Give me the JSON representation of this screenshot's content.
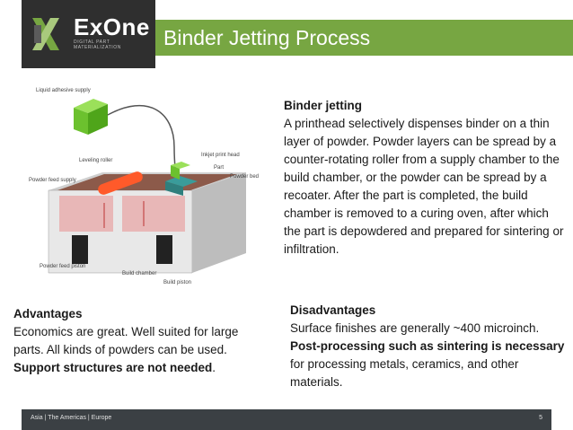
{
  "header": {
    "title": "Binder Jetting Process",
    "logo_text": "ExOne",
    "logo_subtext": "DIGITAL PART MATERIALIZATION",
    "accent_color": "#77a642"
  },
  "diagram": {
    "labels": {
      "liquid_adhesive_supply": "Liquid adhesive supply",
      "leveling_roller": "Leveling roller",
      "inkjet_print_head": "Inkjet print head",
      "part": "Part",
      "powder_feed_supply": "Powder feed supply",
      "powder_bed": "Powder bed",
      "powder_feed_piston": "Powder feed piston",
      "build_chamber": "Build chamber",
      "build_piston": "Build piston"
    }
  },
  "binder_jetting": {
    "heading": "Binder jetting",
    "text": "A printhead  selectively dispenses binder on a thin layer of powder. Powder layers can be spread by a counter-rotating roller from a supply chamber to the build chamber, or the powder can be spread by a recoater.  After the part is completed, the build chamber is removed to a curing oven, after which the part is depowdered and prepared for sintering or infiltration."
  },
  "advantages": {
    "heading": "Advantages",
    "text": "Economics are great. Well suited for large parts. All kinds of powders can be used.",
    "bold_text": "Support structures are not needed",
    "suffix": "."
  },
  "disadvantages": {
    "heading": "Disadvantages",
    "line1": "Surface finishes are generally ~400 microinch.",
    "bold_text": "Post-processing such as sintering is necessary",
    "text2": "for processing metals, ceramics, and other materials."
  },
  "footer": {
    "regions": "Asia  |  The Americas  |  Europe",
    "page_number": "5"
  }
}
